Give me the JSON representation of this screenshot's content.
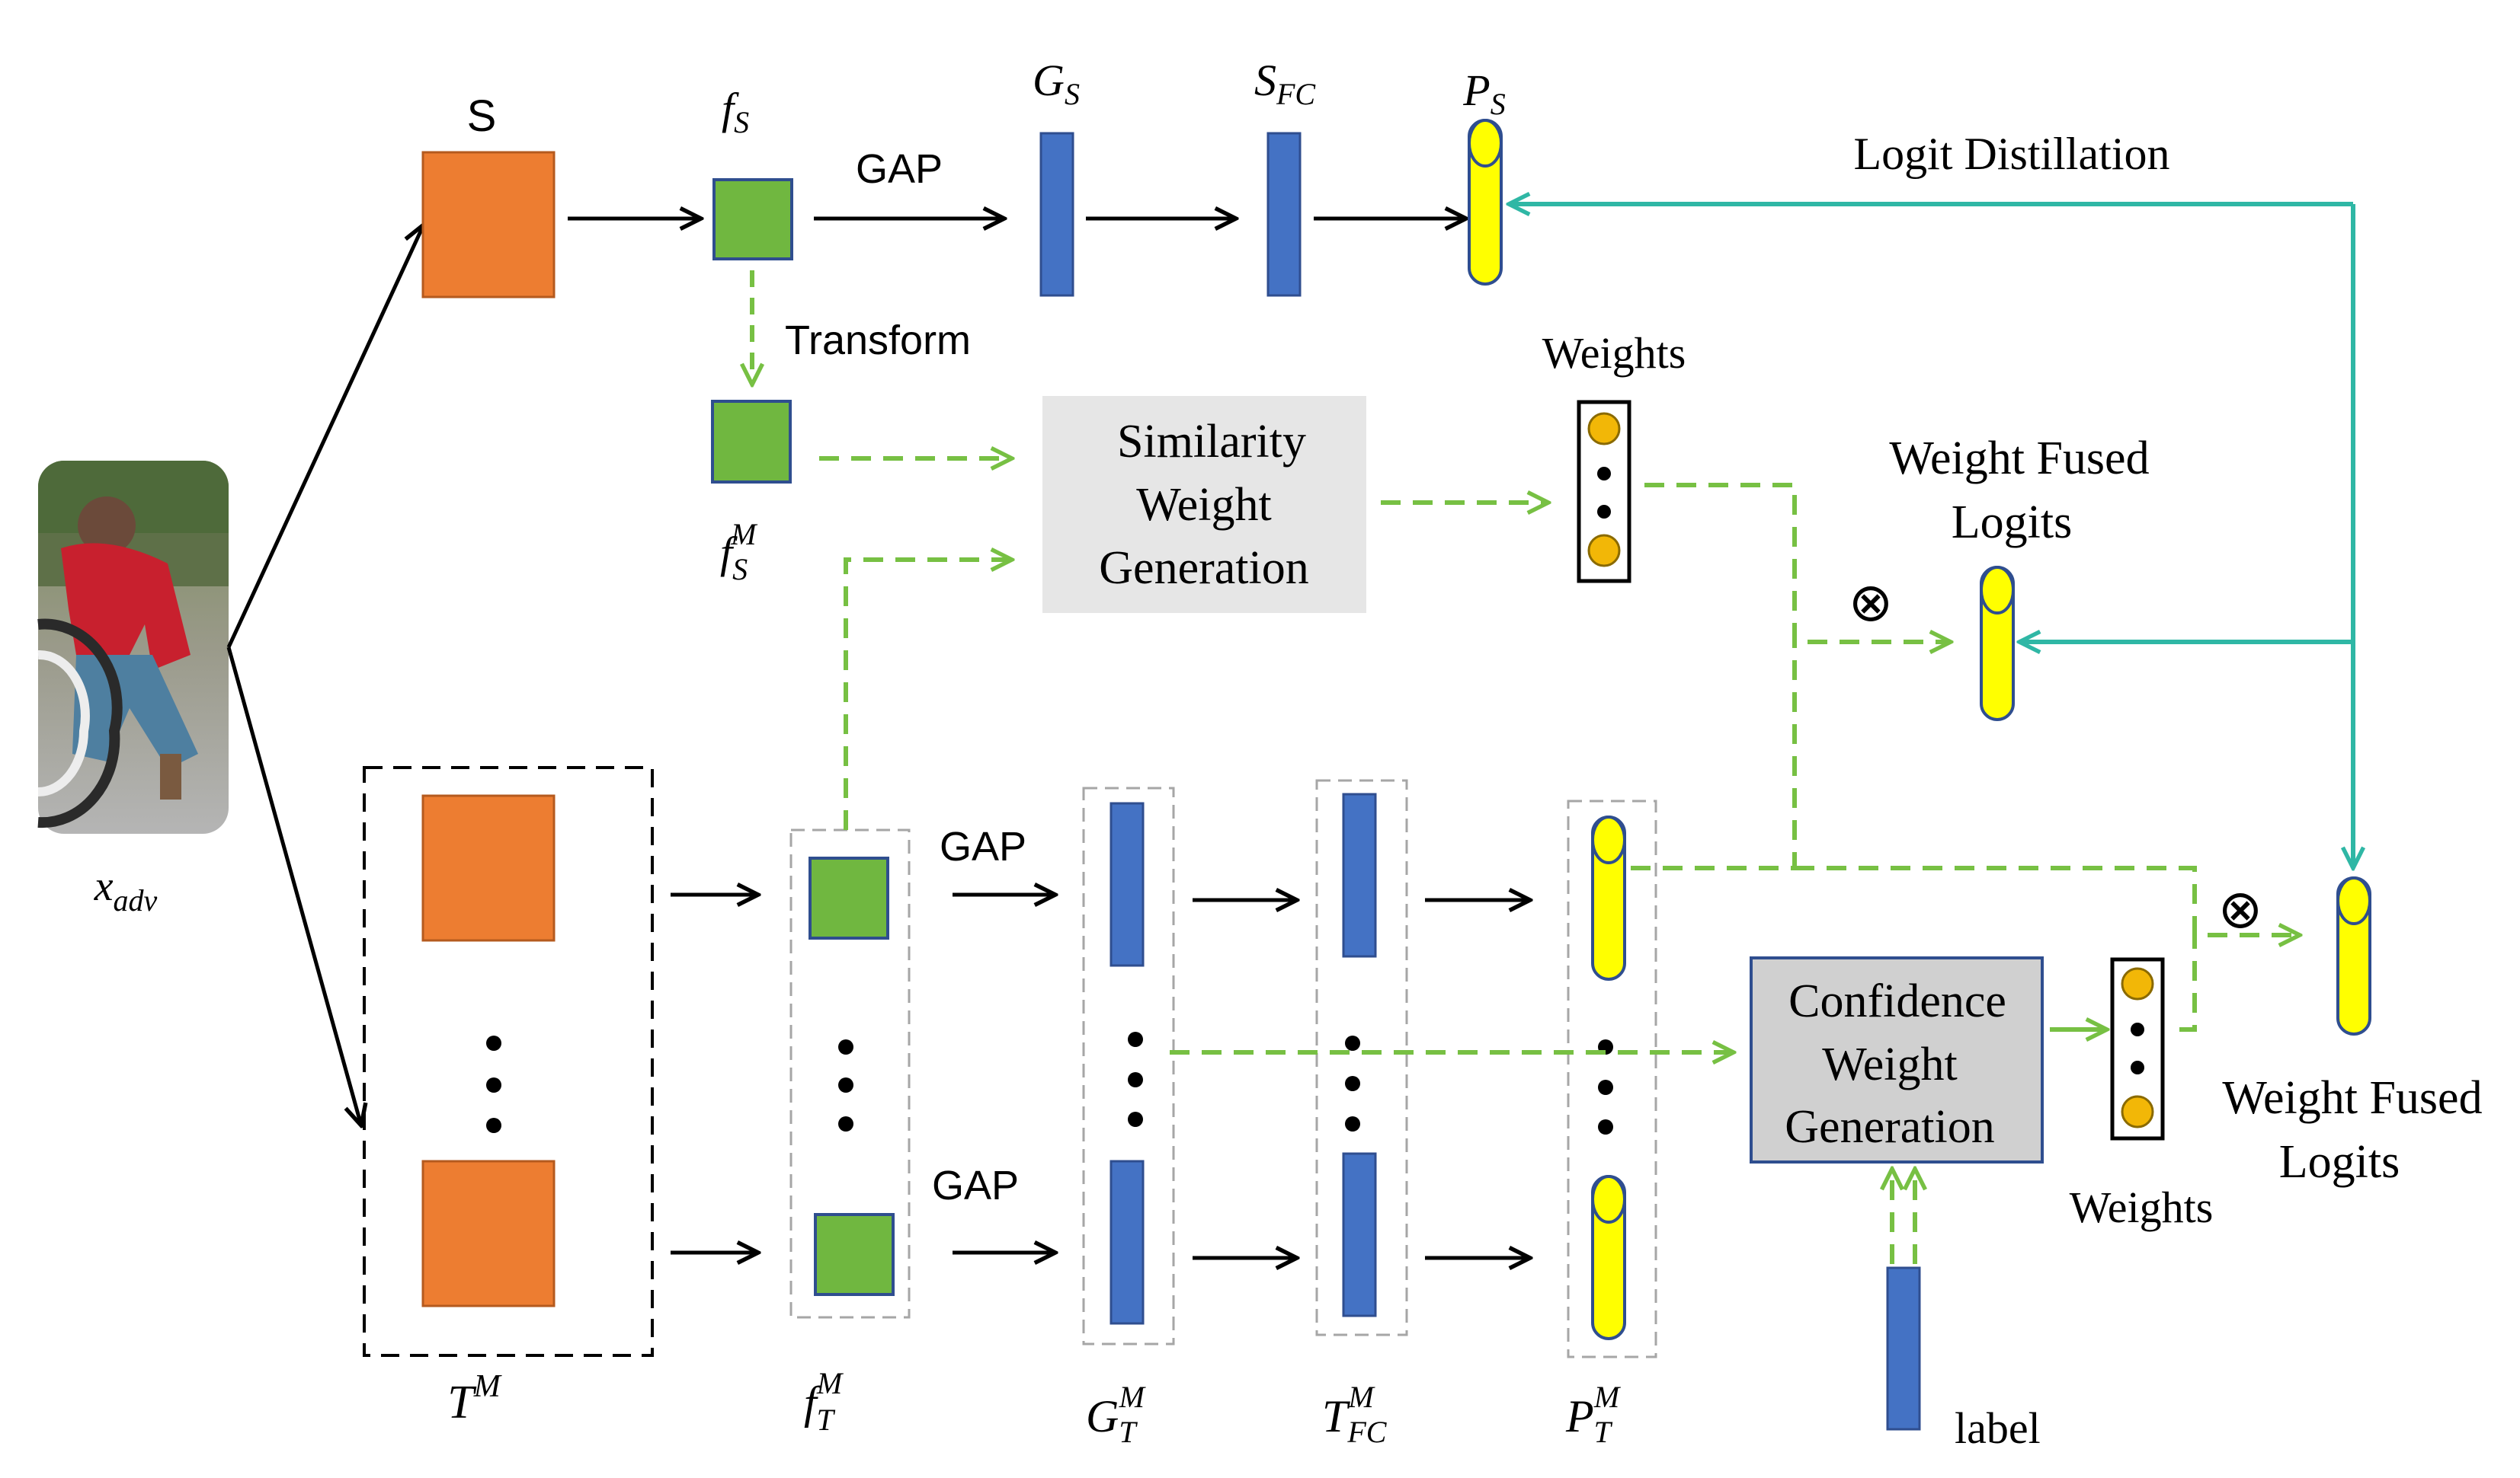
{
  "colors": {
    "orange": "#ED7D31",
    "green": "#70B740",
    "blue": "#4472C4",
    "yellow": "#FFFF00",
    "teal": "#2FB7A5",
    "dash_green": "#77C043",
    "gold": "#F2B707",
    "gray_box": "#E6E6E6",
    "gray_box_dark": "#D0D0D0"
  },
  "input": {
    "label_base": "x",
    "label_sub": "adv",
    "image_icon": "person-photo"
  },
  "student": {
    "s_label": "S",
    "fs_base": "f",
    "fs_sub": "S",
    "gap_label": "GAP",
    "gs_base": "G",
    "gs_sub": "S",
    "sfc_base": "S",
    "sfc_sub": "FC",
    "ps_base": "P",
    "ps_sub": "S",
    "transform_label": "Transform",
    "fsm_base": "f",
    "fsm_sub": "S",
    "fsm_sup": "M"
  },
  "teacher": {
    "tm_base": "T",
    "tm_sup": "M",
    "ftm_base": "f",
    "ftm_sub": "T",
    "ftm_sup": "M",
    "gap_top": "GAP",
    "gap_bottom": "GAP",
    "gtm_base": "G",
    "gtm_sub": "T",
    "gtm_sup": "M",
    "tfc_base": "T",
    "tfc_sub": "FC",
    "tfc_sup": "M",
    "ptm_base": "P",
    "ptm_sub": "T",
    "ptm_sup": "M"
  },
  "logit_distillation_label": "Logit Distillation",
  "similarity_box": {
    "line1": "Similarity",
    "line2": "Weight",
    "line3": "Generation"
  },
  "confidence_box": {
    "line1": "Confidence",
    "line2": "Weight",
    "line3": "Generation"
  },
  "weights_top_label": "Weights",
  "weights_bottom_label": "Weights",
  "fused_top": {
    "line1": "Weight Fused",
    "line2": "Logits"
  },
  "fused_bottom": {
    "line1": "Weight Fused",
    "line2": "Logits"
  },
  "otimes_symbol": "⊗",
  "label_text": "label"
}
